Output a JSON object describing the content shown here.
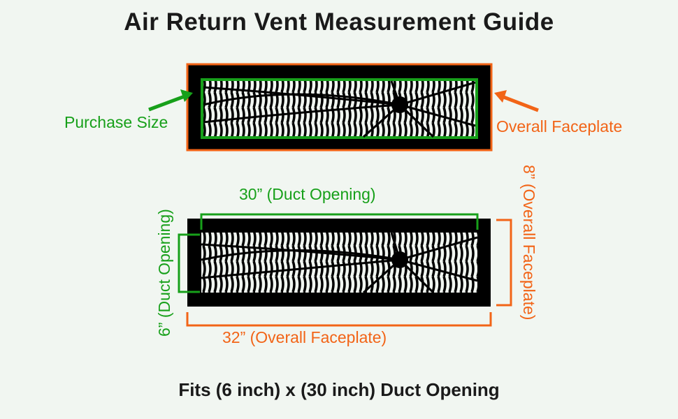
{
  "title": "Air Return Vent Measurement Guide",
  "footer": "Fits (6 inch) x (30 inch) Duct Opening",
  "colors": {
    "green": "#17a01a",
    "orange": "#f26417",
    "black": "#000000",
    "background": "#f1f6f1"
  },
  "top_diagram": {
    "left_label": "Purchase Size",
    "right_label": "Overall Faceplate"
  },
  "bottom_diagram": {
    "top_label": "30” (Duct Opening)",
    "bottom_label": "32” (Overall Faceplate)",
    "left_label": "6” (Duct Opening)",
    "right_label": "8” (Overall Faceplate)"
  },
  "icons": {
    "pattern": "spider-web-pattern",
    "arrows": "arrow-icon"
  }
}
